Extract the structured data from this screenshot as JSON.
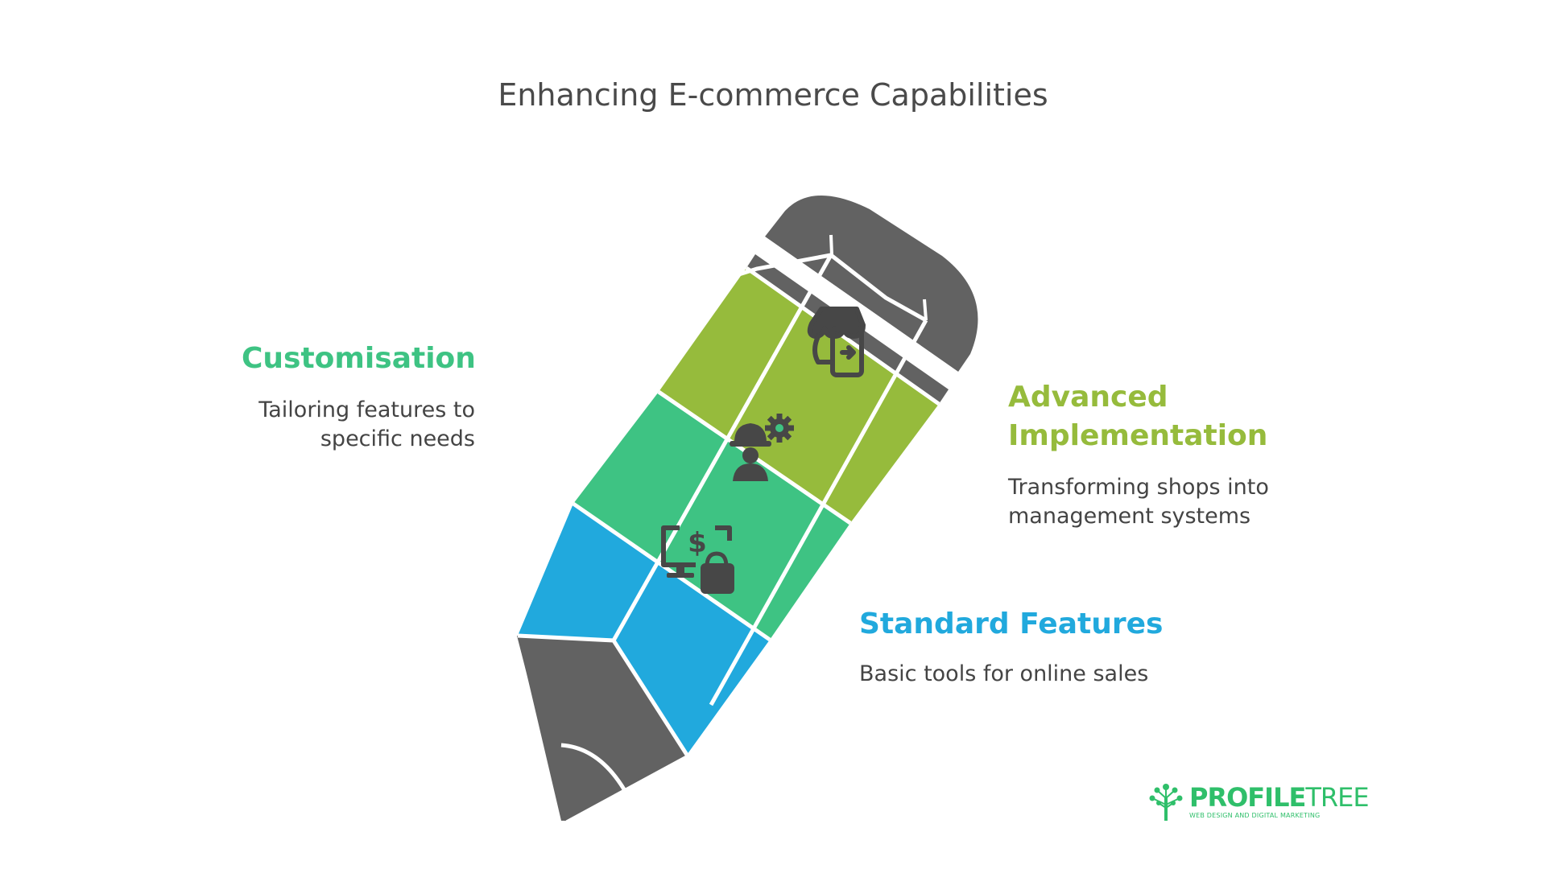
{
  "title": "Enhancing E-commerce Capabilities",
  "colors": {
    "green_light": "#96bb3c",
    "green": "#3ec383",
    "blue": "#21a9dd",
    "dark": "#626262"
  },
  "stages": [
    {
      "heading": "Customisation",
      "description_lines": [
        "Tailoring features to",
        "specific needs"
      ],
      "color": "#3ec383",
      "icon": "engineer-gear-icon"
    },
    {
      "heading_lines": [
        "Advanced",
        "Implementation"
      ],
      "description_lines": [
        "Transforming shops into",
        "management systems"
      ],
      "color": "#96bb3c",
      "icon": "shop-phone-icon"
    },
    {
      "heading": "Standard Features",
      "description_lines": [
        "Basic tools for online sales"
      ],
      "color": "#21a9dd",
      "icon": "monitor-dollar-bag-icon"
    }
  ],
  "logo": {
    "name_bold": "PROFILE",
    "name_thin": "TREE",
    "tagline": "WEB DESIGN AND DIGITAL MARKETING",
    "icon": "tree-icon"
  }
}
